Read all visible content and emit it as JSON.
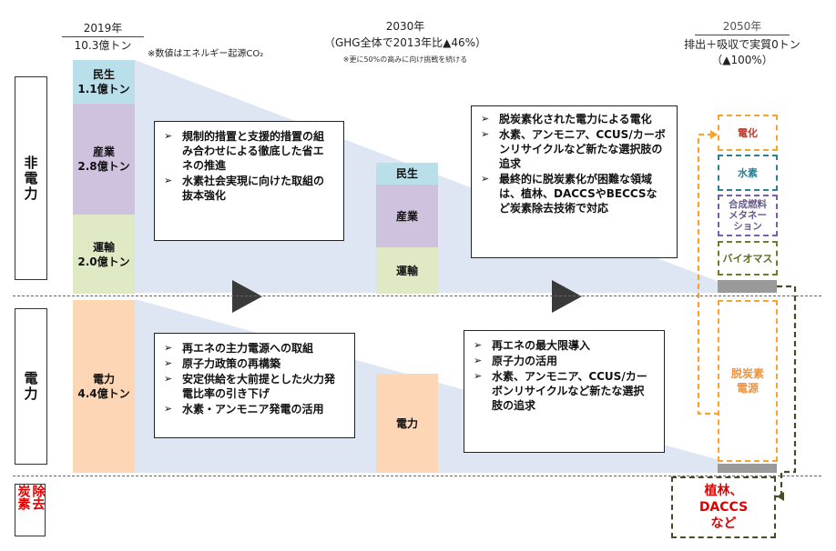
{
  "header": {
    "y2019": "2019年",
    "y2019_total": "10.3億トン",
    "note_co2": "※数値はエネルギー起源CO₂",
    "y2030": "2030年",
    "y2030_target": "（GHG全体で2013年比▲46%）",
    "y2030_note": "※更に50%の高みに向け挑戦を続ける",
    "y2050": "2050年",
    "y2050_target": "排出＋吸収で実質0トン",
    "y2050_pct": "（▲100%）"
  },
  "sections": {
    "non_power": "非電力",
    "power": "電力",
    "removal_line1": "除炭",
    "removal_col1": "除去",
    "removal_col2": "炭素"
  },
  "bar2019": {
    "civil": "民生",
    "civil_val": "1.1億トン",
    "industry": "産業",
    "industry_val": "2.8億トン",
    "transport": "運輸",
    "transport_val": "2.0億トン",
    "power": "電力",
    "power_val": "4.4億トン"
  },
  "bar2030": {
    "civil": "民生",
    "industry": "産業",
    "transport": "運輸",
    "power": "電力"
  },
  "box_nonpower_2030": [
    "規制的措置と支援的措置の組み合わせによる徹底した省エネの推進",
    "水素社会実現に向けた取組の抜本強化"
  ],
  "box_nonpower_2050": [
    "脱炭素化された電力による電化",
    "水素、アンモニア、CCUS/カーボンリサイクルなど新たな選択肢の追求",
    "最終的に脱炭素化が困難な領域は、植林、DACCSやBECCSなど炭素除去技術で対応"
  ],
  "box_power_2030": [
    "再エネの主力電源への取組",
    "原子力政策の再構築",
    "安定供給を大前提とした火力発電比率の引き下げ",
    "水素・アンモニア発電の活用"
  ],
  "box_power_2050": [
    "再エネの最大限導入",
    "原子力の活用",
    "水素、アンモニア、CCUS/カーボンリサイクルなど新たな選択肢の追求"
  ],
  "options2050": {
    "electrification": "電化",
    "hydrogen": "水素",
    "synfuel_l1": "合成燃料",
    "synfuel_l2": "メタネー",
    "synfuel_l3": "ション",
    "biomass": "バイオマス",
    "decarb_power_l1": "脱炭素",
    "decarb_power_l2": "電源",
    "removal_l1": "植林、",
    "removal_l2": "DACCS",
    "removal_l3": "など"
  },
  "colors": {
    "civil": "#b9dfea",
    "industry": "#cfc2df",
    "transport": "#dfe9c3",
    "power": "#fcd6b5",
    "wedge": "#dde6f2",
    "orange": "#f5a331",
    "blue": "#2f7f93",
    "purple": "#7b5fa6",
    "olive": "#6d7f2b",
    "dark": "#4b4a28",
    "red": "#e00000"
  }
}
